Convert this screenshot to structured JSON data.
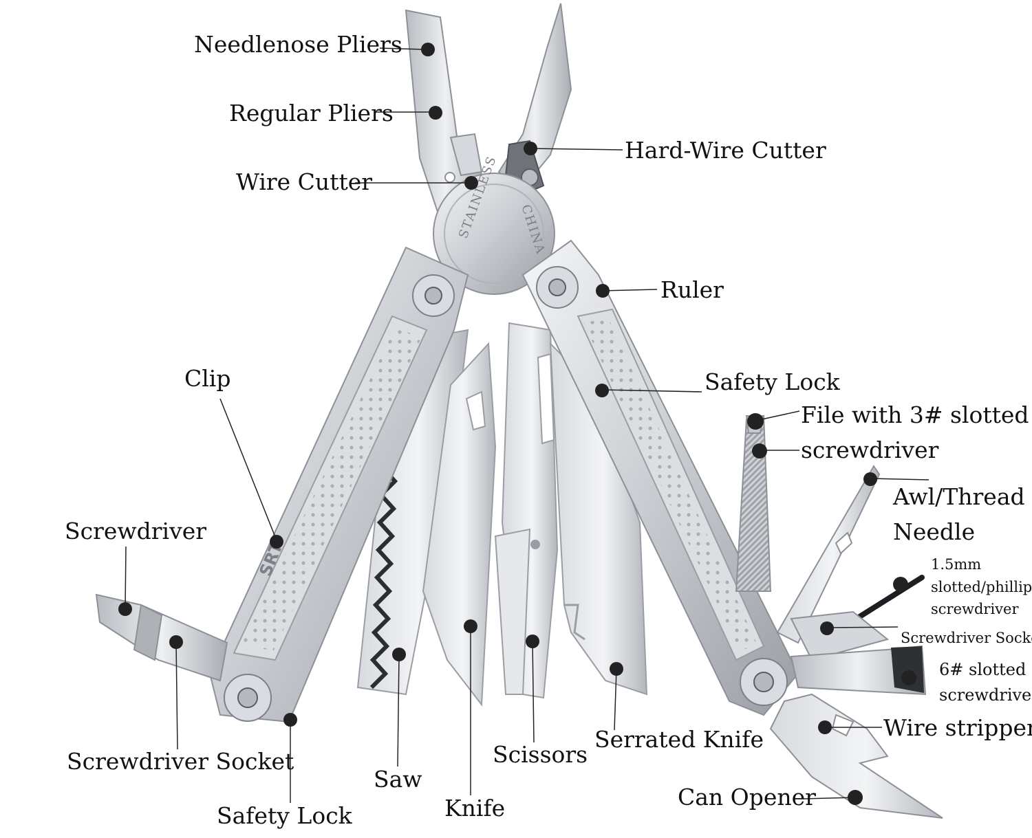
{
  "labels": {
    "needlenose_pliers": "Needlenose Pliers",
    "regular_pliers": "Regular Pliers",
    "wire_cutter": "Wire Cutter",
    "hard_wire_cutter": "Hard-Wire Cutter",
    "ruler": "Ruler",
    "clip": "Clip",
    "safety_lock_right": "Safety Lock",
    "file_line1": "File with 3# slotted",
    "file_line2": "screwdriver",
    "awl_line1": "Awl/Thread",
    "awl_line2": "Needle",
    "small_sd_line1": "1.5mm",
    "small_sd_line2": "slotted/phillips",
    "small_sd_line3": "screwdriver",
    "screwdriver_socket_right": "Screwdriver Socket",
    "slotted6_line1": "6# slotted",
    "slotted6_line2": "screwdriver",
    "wire_stripper": "Wire stripper",
    "can_opener": "Can Opener",
    "serrated_knife": "Serrated Knife",
    "scissors": "Scissors",
    "knife": "Knife",
    "saw": "Saw",
    "safety_lock_left": "Safety Lock",
    "screwdriver_socket_left": "Screwdriver Socket",
    "screwdriver": "Screwdriver"
  },
  "engravings": {
    "stainless": "STAINLESS",
    "china": "CHINA",
    "brand": "SRT"
  },
  "colors": {
    "steel_light": "#e9eaec",
    "steel_mid": "#c4c7cc",
    "steel_dark": "#8d9197",
    "callout": "#222222"
  }
}
